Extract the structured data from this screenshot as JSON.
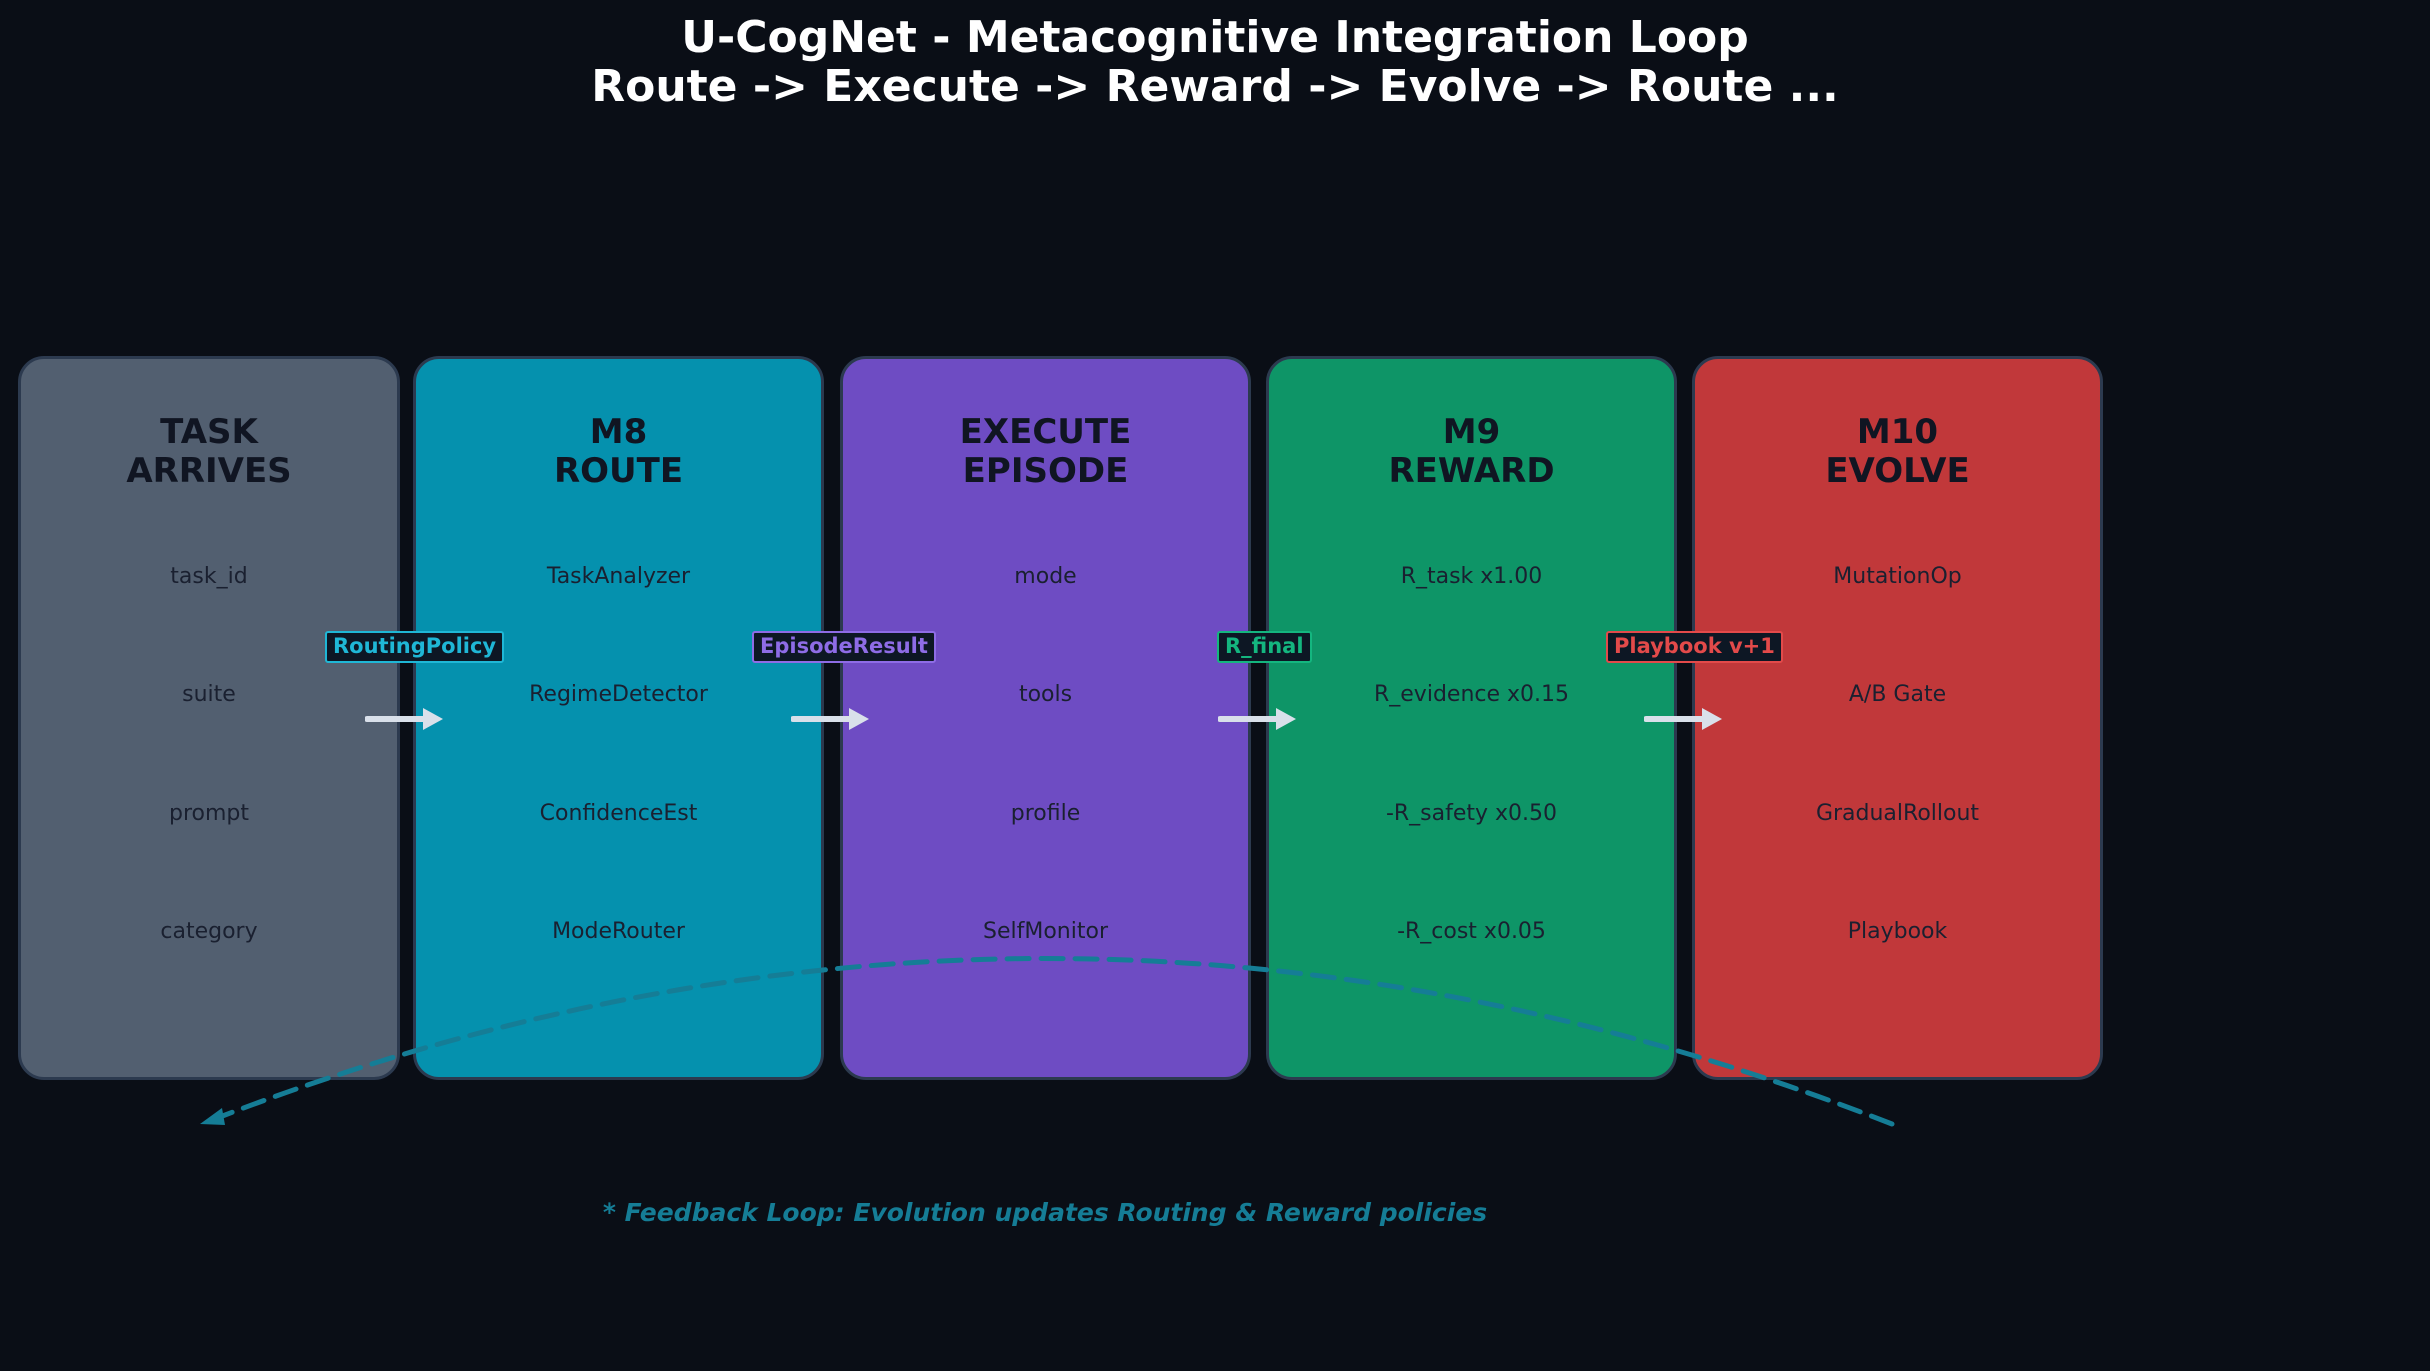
{
  "title": {
    "line1": "U-CogNet - Metacognitive Integration Loop",
    "line2": "Route -> Execute -> Reward -> Evolve -> Route ..."
  },
  "stages": [
    {
      "title_line1": "TASK",
      "title_line2": "ARRIVES",
      "color": "#525f70",
      "items": [
        "task_id",
        "suite",
        "prompt",
        "category"
      ]
    },
    {
      "title_line1": "M8",
      "title_line2": "ROUTE",
      "color": "#0591ae",
      "items": [
        "TaskAnalyzer",
        "RegimeDetector",
        "ConfidenceEst",
        "ModeRouter"
      ]
    },
    {
      "title_line1": "EXECUTE",
      "title_line2": "EPISODE",
      "color": "#6e4cc3",
      "items": [
        "mode",
        "tools",
        "profile",
        "SelfMonitor"
      ]
    },
    {
      "title_line1": "M9",
      "title_line2": "REWARD",
      "color": "#0e9567",
      "items": [
        "R_task x1.00",
        "R_evidence x0.15",
        "-R_safety x0.50",
        "-R_cost x0.05"
      ]
    },
    {
      "title_line1": "M10",
      "title_line2": "EVOLVE",
      "color": "#c1383a",
      "items": [
        "MutationOp",
        "A/B Gate",
        "GradualRollout",
        "Playbook"
      ]
    }
  ],
  "connectors": [
    {
      "label": "RoutingPolicy",
      "color": "#1fb7d6"
    },
    {
      "label": "EpisodeResult",
      "color": "#8e6ce6"
    },
    {
      "label": "R_final",
      "color": "#14b67f"
    },
    {
      "label": "Playbook v+1",
      "color": "#e34a4a"
    }
  ],
  "arrow_color": "#d9e0ea",
  "feedback": {
    "color": "#157d96",
    "note": "* Feedback Loop: Evolution updates Routing & Reward policies"
  }
}
